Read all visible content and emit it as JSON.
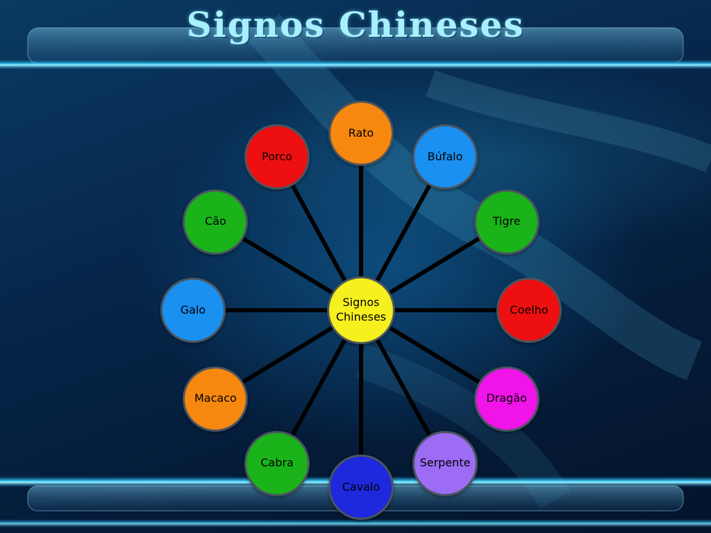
{
  "slide": {
    "title": "Signos Chineses"
  },
  "diagram": {
    "center": {
      "label": "Signos\nChineses",
      "color": "#f5f01e"
    },
    "signs": [
      {
        "label": "Rato",
        "color": "#f7880f"
      },
      {
        "label": "Búfalo",
        "color": "#1a90f0"
      },
      {
        "label": "Tigre",
        "color": "#1ab41a"
      },
      {
        "label": "Coelho",
        "color": "#ee1010"
      },
      {
        "label": "Dragão",
        "color": "#f014e8"
      },
      {
        "label": "Serpente",
        "color": "#9c6cf5"
      },
      {
        "label": "Cavalo",
        "color": "#1e28dc"
      },
      {
        "label": "Cabra",
        "color": "#1ab41a"
      },
      {
        "label": "Macaco",
        "color": "#f7880f"
      },
      {
        "label": "Galo",
        "color": "#1a90f0"
      },
      {
        "label": "Cão",
        "color": "#1ab41a"
      },
      {
        "label": "Porco",
        "color": "#ee1010"
      }
    ]
  }
}
